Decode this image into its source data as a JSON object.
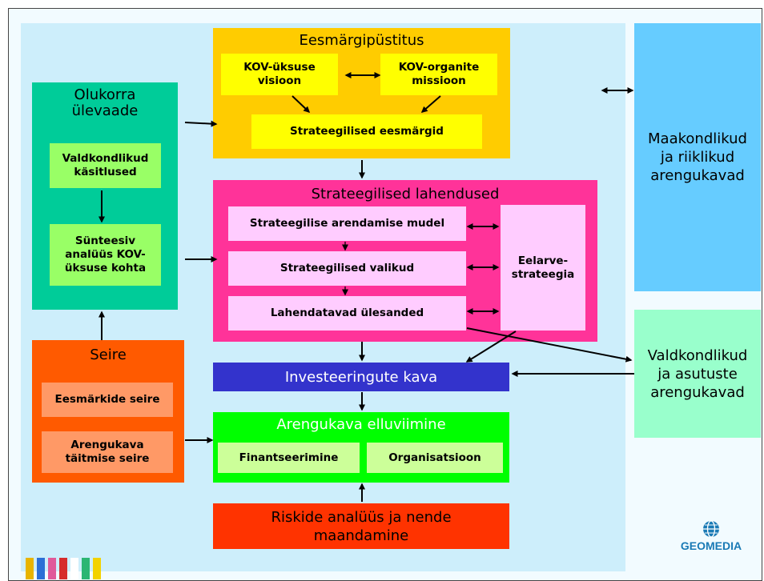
{
  "goal_setting": {
    "title": "Eesmärgipüstitus",
    "kov_vision": "KOV-üksuse visioon",
    "kov_mission": "KOV-organite missioon",
    "strategic_goals": "Strateegilised eesmärgid"
  },
  "situation": {
    "title": "Olukorra ülevaade",
    "sectoral": "Valdkondlikud käsitlused",
    "synthesis": "Sünteesiv analüüs KOV-üksuse kohta"
  },
  "strategic_solutions": {
    "title": "Strateegilised lahendused",
    "model": "Strateegilise arendamise mudel",
    "choices": "Strateegilised valikud",
    "tasks": "Lahendatavad ülesanded",
    "budget": "Eelarve-strateegia"
  },
  "monitoring": {
    "title": "Seire",
    "goals": "Eesmärkide seire",
    "execution": "Arengukava täitmise seire"
  },
  "investment_plan": "Investeeringute kava",
  "implementation": {
    "title": "Arengukava elluviimine",
    "financing": "Finantseerimine",
    "organization": "Organisatsioon"
  },
  "risks": "Riskide analüüs ja nende maandamine",
  "county_national": "Maakondlikud ja riiklikud arengukavad",
  "sectoral_institutional": "Valdkondlikud ja asutuste arengukavad",
  "logo": {
    "text": "GEOMEDIA",
    "color": "#1a7ab5"
  },
  "colors": {
    "goal_setting": "#ffcc00",
    "goal_inner": "#ffff00",
    "situation": "#00cc99",
    "situation_inner": "#99ff66",
    "strategic": "#ff3399",
    "strategic_inner": "#ffccff",
    "monitoring": "#ff5a00",
    "monitoring_inner": "#ff9966",
    "investment": "#3333cc",
    "implementation": "#00ff00",
    "implementation_inner": "#ccff99",
    "risks": "#ff3300",
    "county": "#66ccff",
    "sectoral": "#99ffcc"
  }
}
